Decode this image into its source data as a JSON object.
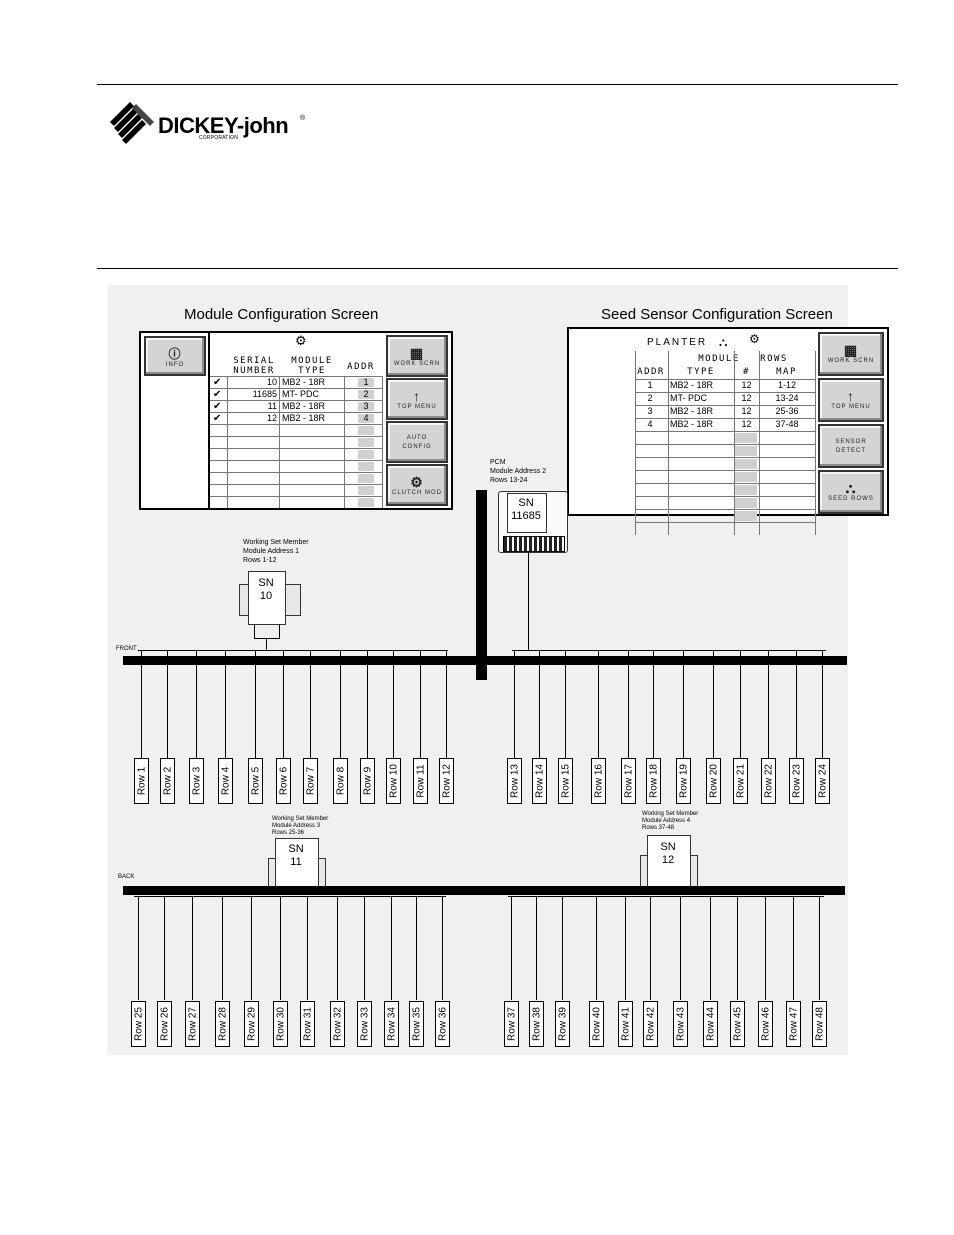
{
  "header": {
    "brand": "DICKEY-john",
    "brand_sub": "CORPORATION",
    "registered": "®"
  },
  "module_screen": {
    "title": "Module Configuration Screen",
    "info_label": "INFO",
    "col_serial": "SERIAL NUMBER",
    "col_type": "MODULE TYPE",
    "col_addr": "ADDR",
    "rows": [
      {
        "check": "✔",
        "serial": "10",
        "type": "MB2 - 18R",
        "addr": "1"
      },
      {
        "check": "✔",
        "serial": "11685",
        "type": "MT- PDC",
        "addr": "2"
      },
      {
        "check": "✔",
        "serial": "11",
        "type": "MB2 - 18R",
        "addr": "3"
      },
      {
        "check": "✔",
        "serial": "12",
        "type": "MB2 - 18R",
        "addr": "4"
      }
    ],
    "buttons": {
      "work": "WORK SCRN",
      "top": "TOP MENU",
      "auto": "AUTO CONFIG",
      "clutch": "CLUTCH MOD"
    }
  },
  "seed_screen": {
    "title": "Seed Sensor Configuration Screen",
    "planter": "PLANTER",
    "col_module": "MODULE",
    "col_rows": "ROWS",
    "col_addr": "ADDR",
    "col_type": "TYPE",
    "col_num": "#",
    "col_map": "MAP",
    "rows": [
      {
        "addr": "1",
        "type": "MB2 - 18R",
        "num": "12",
        "map": "1-12"
      },
      {
        "addr": "2",
        "type": "MT- PDC",
        "num": "12",
        "map": "13-24"
      },
      {
        "addr": "3",
        "type": "MB2 - 18R",
        "num": "12",
        "map": "25-36"
      },
      {
        "addr": "4",
        "type": "MB2 - 18R",
        "num": "12",
        "map": "37-48"
      }
    ],
    "buttons": {
      "work": "WORK SCRN",
      "top": "TOP MENU",
      "sensor": "SENSOR DETECT",
      "seed": "SEED ROWS"
    }
  },
  "modules": {
    "pcm": {
      "l1": "PCM",
      "l2": "Module Address 2",
      "l3": "Rows  13-24",
      "sn": "SN",
      "num": "11685"
    },
    "m1": {
      "l1": "Working Set Member",
      "l2": "Module Address 1",
      "l3": "Rows 1-12",
      "sn": "SN",
      "num": "10"
    },
    "m3": {
      "l1": "Working Set Member",
      "l2": "Module Address 3",
      "l3": "Rows 25-36",
      "sn": "SN",
      "num": "11"
    },
    "m4": {
      "l1": "Working Set Member",
      "l2": "Module Address 4",
      "l3": "Rows 37-48",
      "sn": "SN",
      "num": "12"
    }
  },
  "labels": {
    "front": "FRONT",
    "back": "BACK"
  },
  "front_rows": [
    "Row  1",
    "Row  2",
    "Row  3",
    "Row  4",
    "Row  5",
    "Row  6",
    "Row  7",
    "Row  8",
    "Row  9",
    "Row  10",
    "Row  11",
    "Row  12",
    "Row  13",
    "Row  14",
    "Row  15",
    "Row  16",
    "Row  17",
    "Row  18",
    "Row  19",
    "Row  20",
    "Row  21",
    "Row  22",
    "Row  23",
    "Row  24"
  ],
  "back_rows": [
    "Row  25",
    "Row  26",
    "Row  27",
    "Row  28",
    "Row  29",
    "Row  30",
    "Row  31",
    "Row  32",
    "Row  33",
    "Row  34",
    "Row  35",
    "Row  36",
    "Row  37",
    "Row  38",
    "Row  39",
    "Row  40",
    "Row  41",
    "Row  42",
    "Row  43",
    "Row  44",
    "Row  45",
    "Row  46",
    "Row  47",
    "Row  48"
  ]
}
